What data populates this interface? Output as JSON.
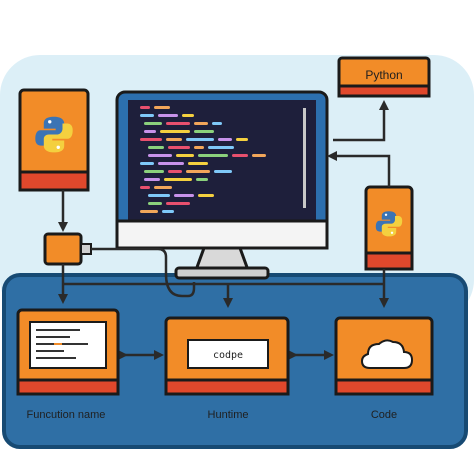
{
  "labels": {
    "python_box": "Python",
    "center_box": "codpe",
    "left_caption": "Funcution name",
    "center_caption": "Huntime",
    "right_caption": "Code"
  },
  "icons": {
    "left_card": "python-logo-icon",
    "right_card": "python-logo-icon",
    "left_panel": "document-lines-icon",
    "right_panel": "cloud-icon",
    "chip": "usb-plug-icon"
  },
  "colors": {
    "orange": "#F28C28",
    "orange_dark": "#E0482C",
    "blue_platform": "#2F6FA5",
    "blue_dark": "#174A73",
    "monitor_frame": "#2C6FAE",
    "monitor_screen": "#1E1F3B",
    "bg_tint": "#DCEFF7",
    "python_blue": "#3B74B5",
    "python_yellow": "#F4D03F"
  }
}
